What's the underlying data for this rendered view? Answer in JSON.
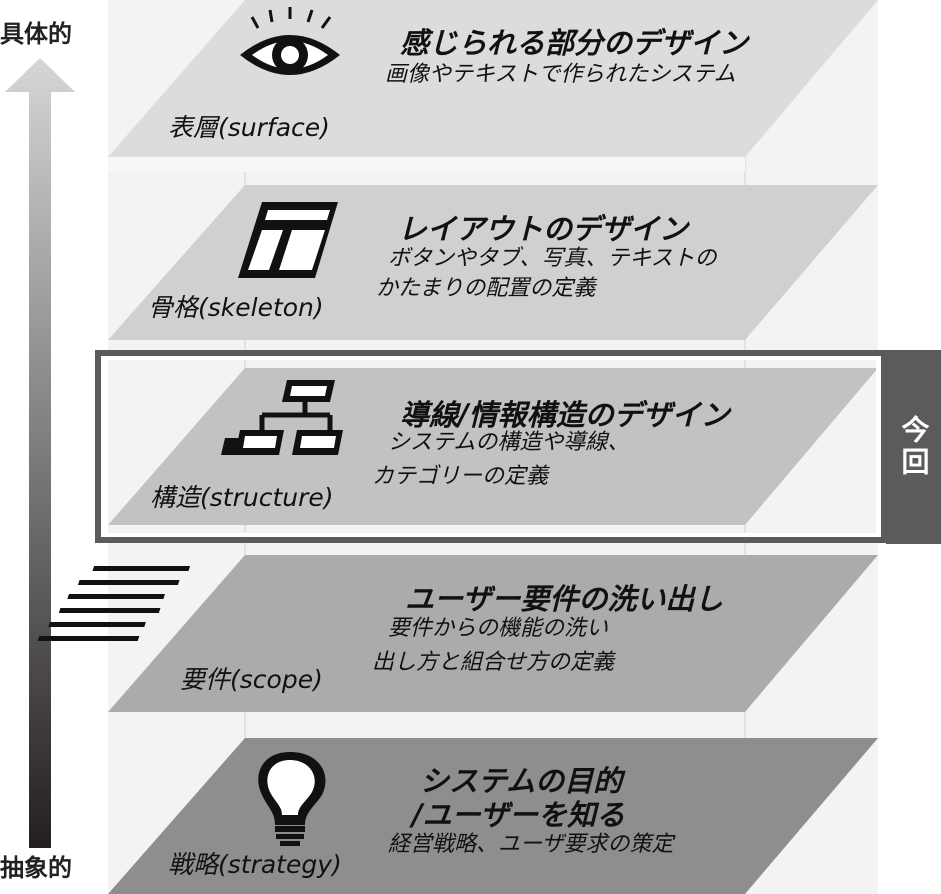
{
  "axis": {
    "top_label": "具体的",
    "bottom_label": "抽象的"
  },
  "current_marker": {
    "label": "今回"
  },
  "layers": [
    {
      "name": "表層(surface)",
      "heading": "感じられる部分のデザイン",
      "desc1": "画像やテキストで作られたシステム",
      "desc2": "",
      "icon": "eye-icon"
    },
    {
      "name": "骨格(skeleton)",
      "heading": "レイアウトのデザイン",
      "desc1": "ボタンやタブ、写真、テキストの",
      "desc2": "かたまりの配置の定義",
      "icon": "layout-icon"
    },
    {
      "name": "構造(structure)",
      "heading": "導線/情報構造のデザイン",
      "desc1": "システムの構造や導線、",
      "desc2": "カテゴリーの定義",
      "icon": "hierarchy-icon"
    },
    {
      "name": "要件(scope)",
      "heading": "ユーザー要件の洗い出し",
      "desc1": "要件からの機能の洗い",
      "desc2": "出し方と組合せ方の定義",
      "icon": "list-icon"
    },
    {
      "name": "戦略(strategy)",
      "heading": "システムの目的",
      "heading2": "/ユーザーを知る",
      "desc1": "経営戦略、ユーザ要求の策定",
      "desc2": "",
      "icon": "lightbulb-icon"
    }
  ]
}
